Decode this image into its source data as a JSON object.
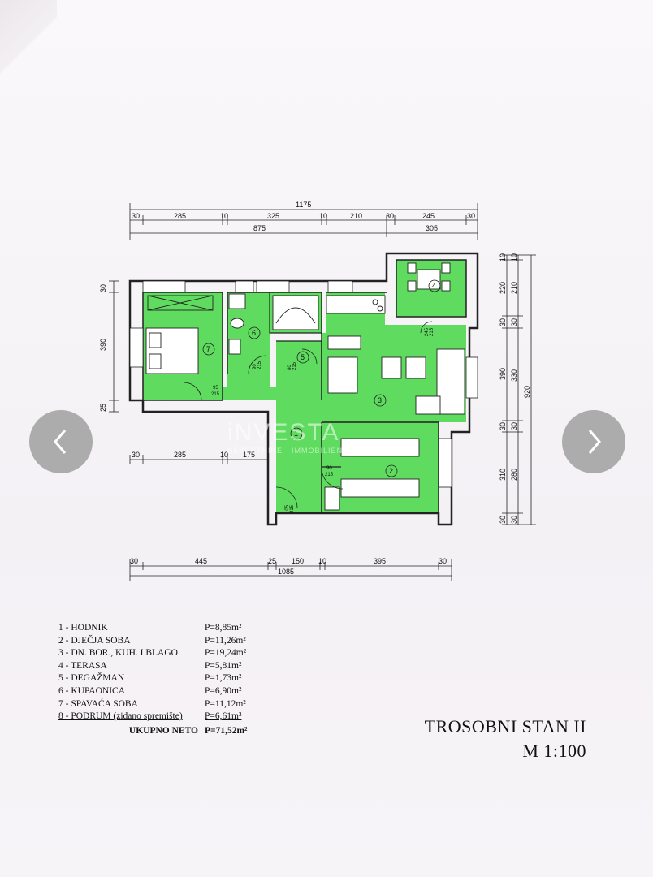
{
  "dimensions_top": {
    "total": "1175",
    "segments": [
      "30",
      "285",
      "10",
      "325",
      "10",
      "210",
      "30",
      "245",
      "30"
    ],
    "sub_left": "875",
    "sub_right": "305"
  },
  "dimensions_bottom": {
    "total": "1085",
    "segments": [
      "30",
      "445",
      "25",
      "150",
      "10",
      "395",
      "30"
    ],
    "mid": [
      "30",
      "285",
      "10",
      "175"
    ]
  },
  "dimensions_left": [
    "30",
    "390",
    "25"
  ],
  "dimensions_right": {
    "inner": [
      "10",
      "220",
      "30",
      "390",
      "30",
      "310",
      "30"
    ],
    "outer": [
      "10",
      "210",
      "30",
      "330",
      "30",
      "280",
      "30"
    ],
    "total": "920"
  },
  "room_numbers": [
    "1",
    "2",
    "3",
    "4",
    "5",
    "6",
    "7"
  ],
  "door_labels": {
    "d7": [
      "95",
      "215"
    ],
    "d6": [
      "90",
      "215"
    ],
    "d5": [
      "80",
      "215"
    ],
    "d2": [
      "90",
      "215"
    ],
    "d1": [
      "105",
      "215"
    ],
    "d4": [
      "245",
      "215"
    ]
  },
  "legend": [
    {
      "name": "1 - HODNIK",
      "area": "P=8,85m²"
    },
    {
      "name": "2 - DJEČJA SOBA",
      "area": "P=11,26m²"
    },
    {
      "name": "3 - DN. BOR., KUH. I BLAGO.",
      "area": "P=19,24m²"
    },
    {
      "name": "4 - TERASA",
      "area": "P=5,81m²"
    },
    {
      "name": "5 - DEGAŽMAN",
      "area": "P=1,73m²"
    },
    {
      "name": "6 - KUPAONICA",
      "area": "P=6,90m²"
    },
    {
      "name": "7 - SPAVAĆA SOBA",
      "area": "P=11,12m²"
    },
    {
      "name": "8 - PODRUM (zidano spremište)",
      "area": "P=6,61m²"
    }
  ],
  "total": {
    "label": "UKUPNO NETO",
    "area": "P=71,52m²"
  },
  "title": {
    "line1": "TROSOBNI STAN II",
    "line2": "M 1:100"
  },
  "watermark": {
    "text": "iNVESTA",
    "sub": "NEKRETNINE · IMMOBILIEN · REAL ESTATE"
  },
  "colors": {
    "room_fill": "#5fdc5f",
    "wall": "#222222",
    "paper": "#f6f3f6",
    "nav": "#a0a0a0"
  },
  "icons": {
    "prev": "chevron-left-icon",
    "next": "chevron-right-icon"
  }
}
